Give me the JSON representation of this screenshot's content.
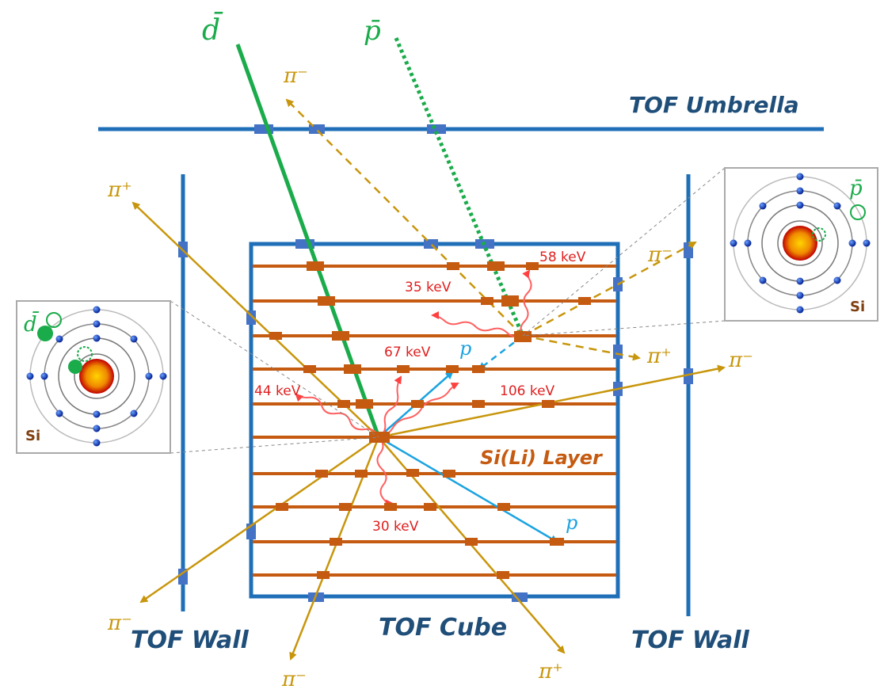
{
  "labels": {
    "tof_umbrella": "TOF Umbrella",
    "tof_wall_left": "TOF Wall",
    "tof_wall_right": "TOF Wall",
    "tof_cube": "TOF Cube",
    "sili_layer": "Si(Li) Layer",
    "si_left": "Si",
    "si_right": "Si"
  },
  "particles": {
    "dbar": "d̄",
    "pbar": "p̄",
    "pi_minus": "π⁻",
    "pi_plus": "π⁺",
    "proton": "p"
  },
  "energies": {
    "e58": "58 keV",
    "e35": "35 keV",
    "e67": "67 keV",
    "e106": "106 keV",
    "e44": "44 keV",
    "e30": "30 keV"
  },
  "colors": {
    "tof": "#1f6fb8",
    "tof_paddle": "#4472c4",
    "sili": "#c55a11",
    "antideuteron": "#1aab4a",
    "pion": "#c8960c",
    "proton": "#1aa3e0",
    "xray": "#ff4040"
  }
}
